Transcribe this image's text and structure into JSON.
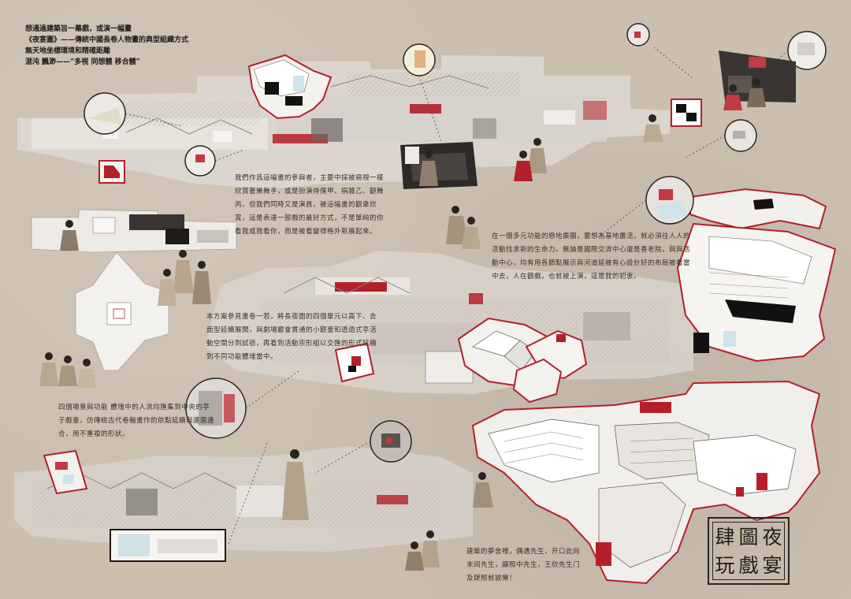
{
  "intro": {
    "lines": [
      "想通過建築旨一幕戲，或演一幅畫",
      "《夜宴圖》——傳統中國長卷人物畫的典型組織方式",
      "無天地坐標環境和精確距離",
      "混沌 飄渺——“多視 同想體 移合體”"
    ]
  },
  "paragraphs": {
    "p1": "我們作爲這幅畫的參與者，主要中採被窺視一樣欣賞著樂舞手，或是扮演侍僕甲、捐雜乙、觀舞丙，但我們同時又是演員，被這幅畫的觀衆欣賞，這是表達一部戲的最好方式，不是單純的你看我或我看你，而是被看變得格外新展起來。",
    "p2": "在一個多元功能的戀地廣園，要想為基地盡活，就必須往人人的活動找求新的生命力。無論是國際交流中心還是香老院，與與活動中心，均有用各節點展示與河道延被有心設計好的布局被看當中去，人在觀戲，也就被上演，這是我的初衷。",
    "p3": "本方案參見畫卷一若，將長夜圖的四個單元以高下、去面型延續展開，與劇場廳會貫通的小觀臺和透過式亭活動空間分到試宿，再看到活動宗形組以交匯的形式延續到不同功能體塊當中。",
    "p4": "四個場景與功能 體塊中的人流均匯集到中央的亭子戲臺，仿傳統古代卷軸畫作的依點延續與連圍邊合，用不重複的形狀。",
    "p5": "建築的夢舍裡，偶遇先生，开口此向末间先生，顯照中先生，王欣先生门及肆照就欲樂！"
  },
  "seal": {
    "characters": [
      "夜",
      "圖",
      "肆",
      "宴",
      "戲",
      "玩"
    ]
  },
  "palette": {
    "paper": "#cbbfb0",
    "ink": "#2a2420",
    "accent": "#b3202a",
    "white": "#f3f1ee"
  }
}
